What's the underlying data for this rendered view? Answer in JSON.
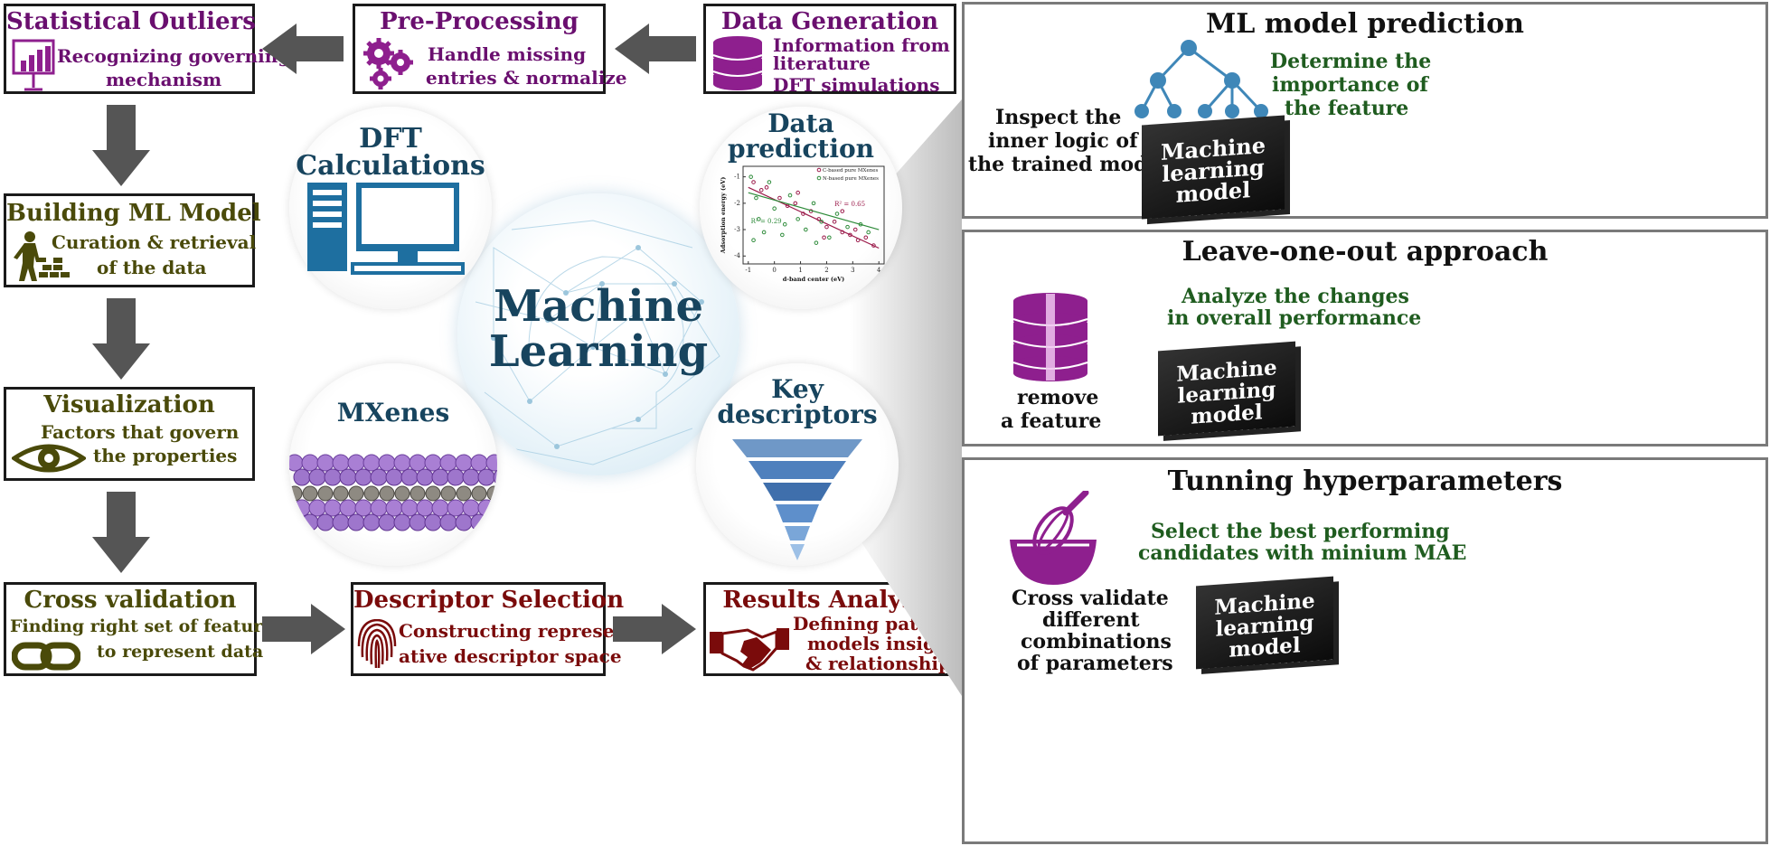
{
  "flow": {
    "statistical_outliers": {
      "title": "Statistical Outliers",
      "text1": "Recognizing governing",
      "text2": "mechanism"
    },
    "pre_processing": {
      "title": "Pre-Processing",
      "text1": "Handle missing",
      "text2": "entries & normalize"
    },
    "data_generation": {
      "title": "Data Generation",
      "text1": "Information from",
      "text2": "literature",
      "text3": "DFT simulations"
    },
    "building_ml_model": {
      "title": "Building ML Model",
      "text1": "Curation & retrieval",
      "text2": "of the data"
    },
    "visualization": {
      "title": "Visualization",
      "text1": "Factors that govern",
      "text2": "the properties"
    },
    "cross_validation": {
      "title": "Cross validation",
      "text1": "Finding right set of features",
      "text2": "to represent data"
    },
    "descriptor_selection": {
      "title": "Descriptor Selection",
      "text1": "Constructing represent-",
      "text2": "ative descriptor space"
    },
    "results_analysis": {
      "title": "Results Analysis",
      "text1": "Defining patterns,",
      "text2": "models insights",
      "text3": "&  relationships"
    }
  },
  "center": {
    "title_line1": "Machine",
    "title_line2": "Learning",
    "dft": {
      "line1": "DFT",
      "line2": "Calculations"
    },
    "data_prediction": {
      "line1": "Data",
      "line2": "prediction"
    },
    "mxenes": "MXenes",
    "key_descriptors": {
      "line1": "Key",
      "line2": "descriptors"
    }
  },
  "chart_data": {
    "type": "scatter",
    "xlabel": "d-band center (eV)",
    "ylabel": "Adsorption energy (eV)",
    "xlim": [
      -1.2,
      4.2
    ],
    "ylim": [
      -4.3,
      -0.6
    ],
    "xticks": [
      "-1",
      "0",
      "1",
      "2",
      "3",
      "4"
    ],
    "yticks": [
      "-1",
      "-2",
      "-3",
      "-4"
    ],
    "series": [
      {
        "name": "C-based pure MXenes",
        "color": "#9b1a4a",
        "annotation": "R² = 0.65",
        "fit": [
          [
            -1,
            -1.4
          ],
          [
            4,
            -3.7
          ]
        ],
        "points": [
          [
            -0.8,
            -1.2
          ],
          [
            -0.5,
            -1.5
          ],
          [
            -0.3,
            -1.4
          ],
          [
            0.2,
            -1.8
          ],
          [
            0.5,
            -2.1
          ],
          [
            0.8,
            -2.0
          ],
          [
            1.1,
            -2.4
          ],
          [
            1.4,
            -2.3
          ],
          [
            1.7,
            -2.6
          ],
          [
            2.0,
            -2.9
          ],
          [
            2.3,
            -2.7
          ],
          [
            2.6,
            -3.1
          ],
          [
            2.9,
            -3.2
          ],
          [
            3.2,
            -3.4
          ],
          [
            3.5,
            -3.3
          ],
          [
            3.8,
            -3.6
          ],
          [
            0.9,
            -1.6
          ],
          [
            1.9,
            -3.3
          ],
          [
            2.6,
            -2.3
          ],
          [
            3.1,
            -3.0
          ]
        ]
      },
      {
        "name": "N-based pure MXenes",
        "color": "#2e8b3a",
        "annotation": "R² = 0.29",
        "fit": [
          [
            -1,
            -1.6
          ],
          [
            4,
            -3.0
          ]
        ],
        "points": [
          [
            -0.9,
            -1.0
          ],
          [
            -0.7,
            -1.8
          ],
          [
            -0.6,
            -2.6
          ],
          [
            -0.4,
            -3.1
          ],
          [
            -0.2,
            -1.2
          ],
          [
            0.0,
            -2.2
          ],
          [
            0.3,
            -3.2
          ],
          [
            0.6,
            -1.7
          ],
          [
            0.9,
            -2.6
          ],
          [
            1.2,
            -3.0
          ],
          [
            1.5,
            -2.0
          ],
          [
            1.8,
            -2.7
          ],
          [
            2.1,
            -3.3
          ],
          [
            2.4,
            -2.4
          ],
          [
            2.8,
            -2.9
          ],
          [
            3.3,
            -2.8
          ],
          [
            3.6,
            -3.1
          ],
          [
            -0.8,
            -3.4
          ],
          [
            0.4,
            -2.8
          ],
          [
            1.6,
            -3.5
          ]
        ]
      }
    ]
  },
  "panels": {
    "prediction": {
      "title": "ML model prediction",
      "left1": "Inspect the",
      "left2": "inner logic of",
      "left3": "the trained model",
      "right1": "Determine the",
      "right2": "importance of",
      "right3": "the feature"
    },
    "leave_one_out": {
      "title": "Leave-one-out approach",
      "right1": "Analyze the changes",
      "right2": "in overall performance",
      "left1": "remove",
      "left2": "a feature"
    },
    "tuning": {
      "title": "Tunning hyperparameters",
      "right1": "Select the best performing",
      "right2": "candidates with minium MAE",
      "left1": "Cross validate",
      "left2": "different",
      "left3": "combinations",
      "left4": "of parameters"
    },
    "ml_box": {
      "line1": "Machine",
      "line2": "learning",
      "line3": "model"
    }
  },
  "colors": {
    "purple": "#6a0f6f",
    "olive": "#4a4a0a",
    "maroon": "#7a0b0b",
    "navy": "#17445e",
    "green": "#1f5c1f",
    "arrow": "#555555",
    "icon_purple": "#8e1f8e"
  }
}
